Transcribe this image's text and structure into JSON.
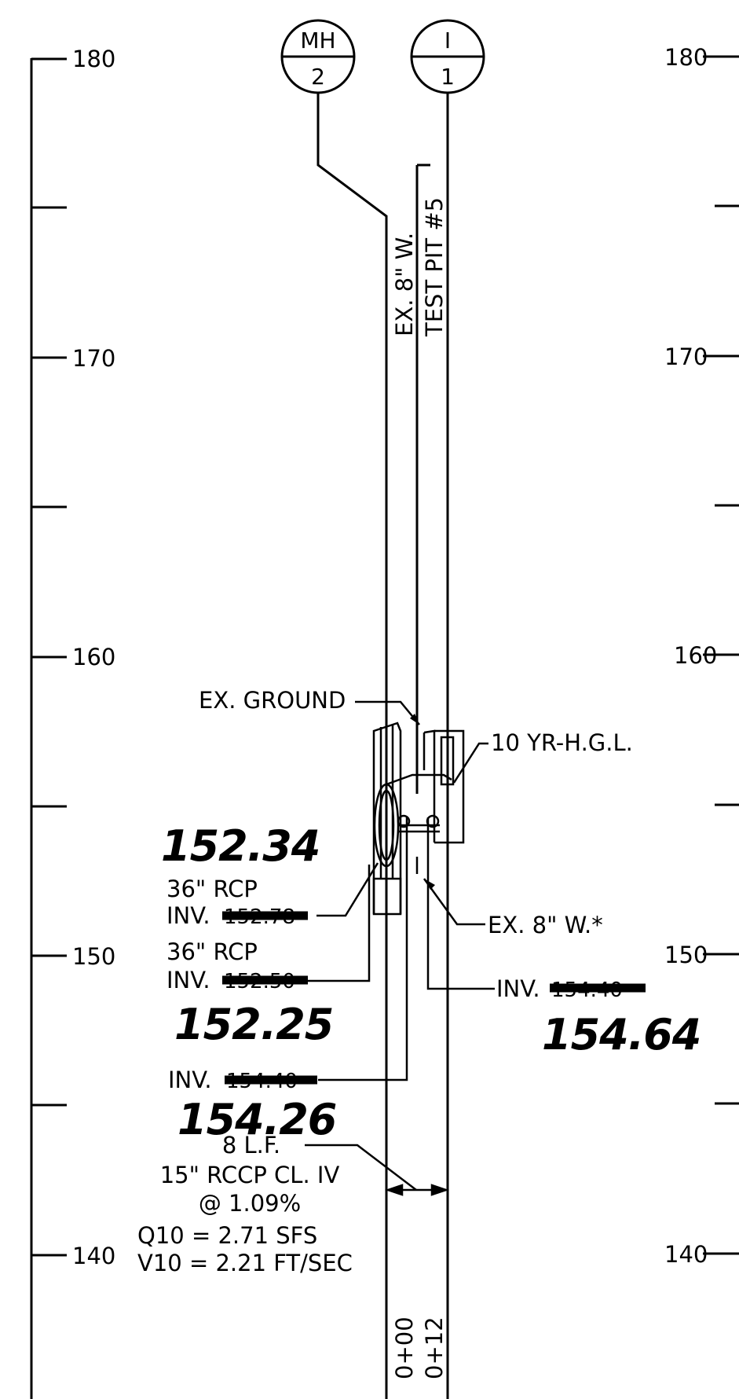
{
  "elevation_scale": {
    "labels_left": [
      "180",
      "170",
      "160",
      "150",
      "140"
    ],
    "labels_right": [
      "180",
      "170",
      "160",
      "150",
      "140"
    ]
  },
  "structures": [
    {
      "top": "MH",
      "bottom": "2"
    },
    {
      "top": "I",
      "bottom": "1"
    }
  ],
  "vertical_labels": {
    "ex_water": "EX. 8\" W.",
    "test_pit": "TEST PIT #5"
  },
  "callouts": {
    "ex_ground": "EX. GROUND",
    "hgl": "10  YR-H.G.L.",
    "ex_water_star": "EX. 8\" W.*"
  },
  "inverts": {
    "pipe1_desc": "36\" RCP",
    "pipe1_inv_label": "INV.",
    "pipe1_inv_old": "152.78",
    "pipe1_inv_new": "152.34",
    "pipe2_desc": "36\" RCP",
    "pipe2_inv_label": "INV.",
    "pipe2_inv_old": "152.50",
    "pipe2_inv_new": "152.25",
    "right_inv_label": "INV.",
    "right_inv_old": "154.40",
    "right_inv_new": "154.64",
    "lower_inv_label": "INV.",
    "lower_inv_old": "154.40",
    "lower_inv_new": "154.26"
  },
  "pipe_data": {
    "length": "8 L.F.",
    "pipe": "15\" RCCP  CL. IV",
    "slope": "@  1.09%",
    "flow": "Q10  =  2.71  SFS",
    "velocity": "V10  =  2.21  FT/SEC"
  },
  "stations": [
    "0+00",
    "0+12"
  ]
}
